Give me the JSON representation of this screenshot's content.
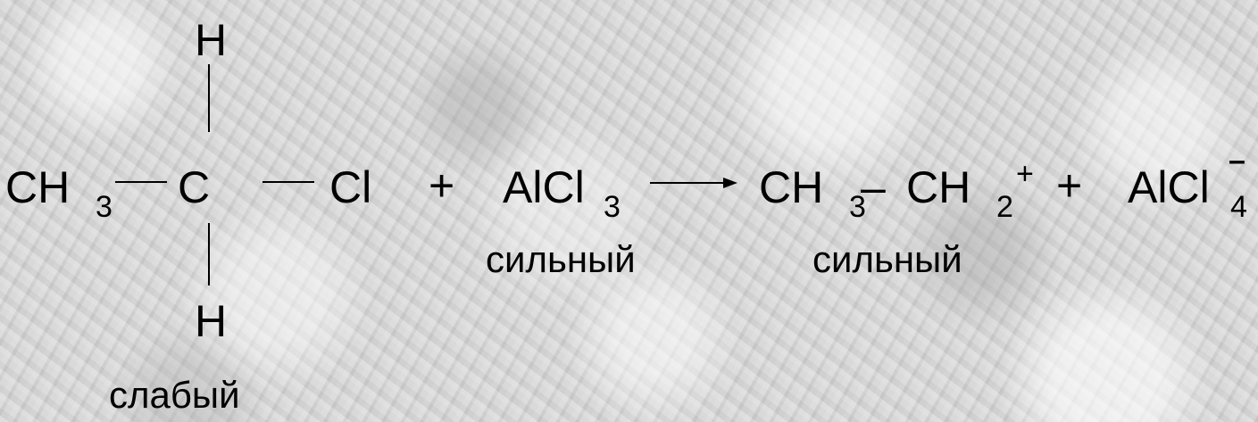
{
  "reaction": {
    "reactant1": {
      "ch_left": "CH",
      "sub_3": "3",
      "carbon": "C",
      "chlorine": "Cl",
      "h_top": "H",
      "h_bottom": "H",
      "strength_label": "слабый"
    },
    "plus_1": "+",
    "reactant2": {
      "formula": "AlCl",
      "sub": "3",
      "strength_label": "сильный"
    },
    "product1": {
      "ch3": "CH",
      "sub_3": "3",
      "dash": "–",
      "ch2": "CH",
      "sub_2": "2",
      "charge": "+",
      "strength_label": "сильный"
    },
    "plus_2": "+",
    "product2": {
      "formula": "AlCl",
      "sub": "4",
      "charge": "–"
    }
  }
}
